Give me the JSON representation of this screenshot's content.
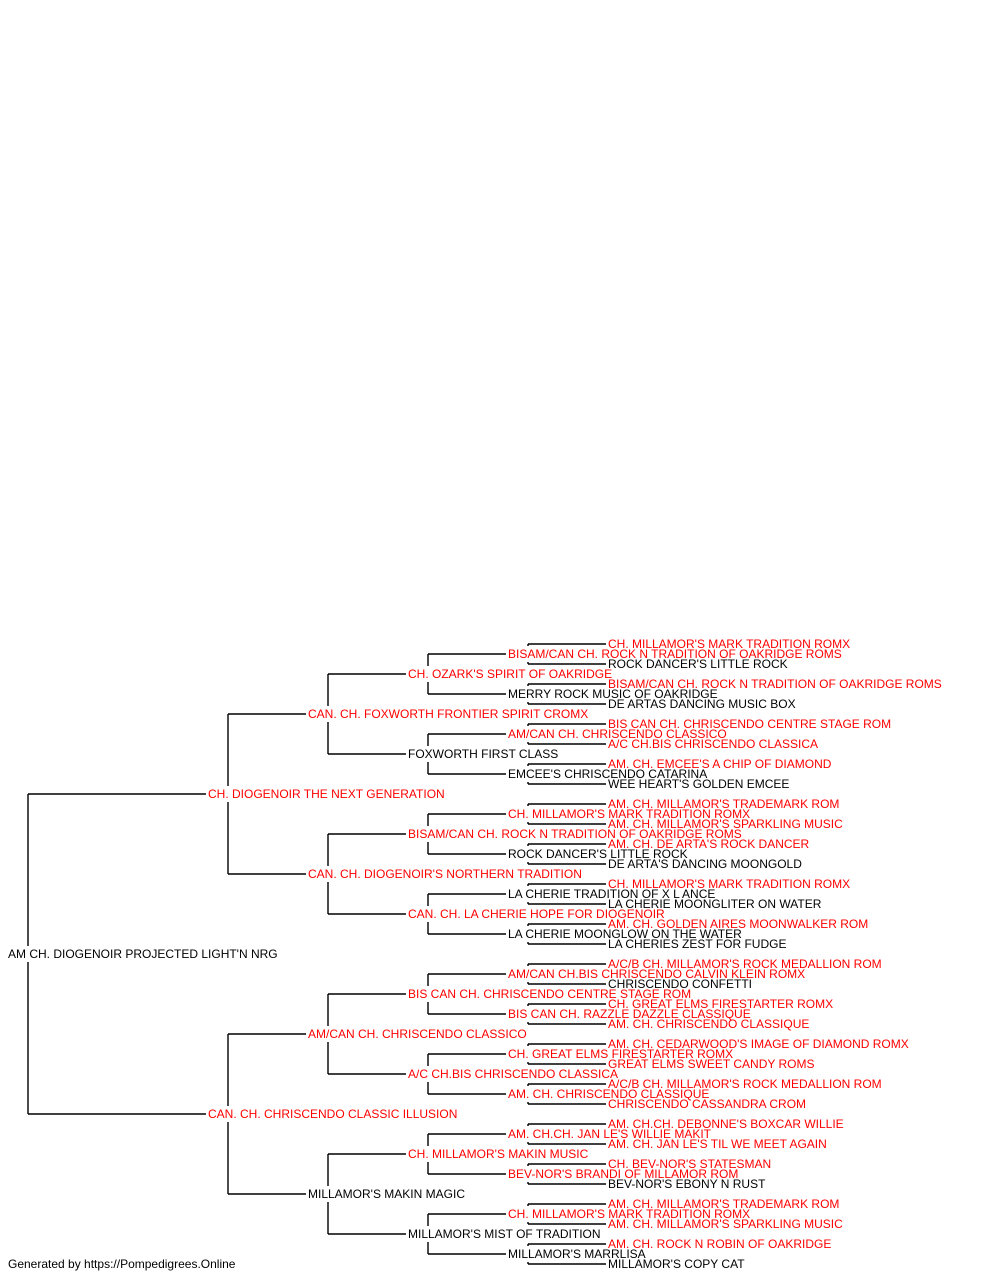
{
  "colors": {
    "champion": "#ff0000",
    "regular": "#000000",
    "line": "#000000"
  },
  "pedigree": {
    "name": "AM CH. DIOGENOIR PROJECTED LIGHT'N NRG",
    "champion": false,
    "sire": {
      "name": "CH. DIOGENOIR THE NEXT GENERATION",
      "champion": true,
      "sire": {
        "name": "CAN. CH. FOXWORTH FRONTIER SPIRIT CROMX",
        "champion": true,
        "sire": {
          "name": "CH. OZARK'S SPIRIT OF OAKRIDGE",
          "champion": true,
          "sire": {
            "name": "BISAM/CAN CH. ROCK N TRADITION OF OAKRIDGE ROMS",
            "champion": true,
            "sire": {
              "name": "CH. MILLAMOR'S MARK TRADITION ROMX",
              "champion": true
            },
            "dam": {
              "name": "ROCK DANCER'S LITTLE ROCK",
              "champion": false
            }
          },
          "dam": {
            "name": "MERRY ROCK MUSIC OF OAKRIDGE",
            "champion": false,
            "sire": {
              "name": "BISAM/CAN CH. ROCK N TRADITION OF OAKRIDGE ROMS",
              "champion": true
            },
            "dam": {
              "name": "DE ARTAS DANCING MUSIC BOX",
              "champion": false
            }
          }
        },
        "dam": {
          "name": "FOXWORTH FIRST CLASS",
          "champion": false,
          "sire": {
            "name": "AM/CAN CH. CHRISCENDO CLASSICO",
            "champion": true,
            "sire": {
              "name": "BIS CAN CH. CHRISCENDO CENTRE STAGE ROM",
              "champion": true
            },
            "dam": {
              "name": "A/C CH.BIS CHRISCENDO CLASSICA",
              "champion": true
            }
          },
          "dam": {
            "name": "EMCEE'S CHRISCENDO CATARINA",
            "champion": false,
            "sire": {
              "name": "AM. CH. EMCEE'S A CHIP OF DIAMOND",
              "champion": true
            },
            "dam": {
              "name": "WEE HEART'S GOLDEN EMCEE",
              "champion": false
            }
          }
        }
      },
      "dam": {
        "name": "CAN. CH. DIOGENOIR'S NORTHERN TRADITION",
        "champion": true,
        "sire": {
          "name": "BISAM/CAN CH. ROCK N TRADITION OF OAKRIDGE ROMS",
          "champion": true,
          "sire": {
            "name": "CH. MILLAMOR'S MARK TRADITION ROMX",
            "champion": true,
            "sire": {
              "name": "AM. CH. MILLAMOR'S TRADEMARK ROM",
              "champion": true
            },
            "dam": {
              "name": "AM. CH. MILLAMOR'S SPARKLING MUSIC",
              "champion": true
            }
          },
          "dam": {
            "name": "ROCK DANCER'S LITTLE ROCK",
            "champion": false,
            "sire": {
              "name": "AM. CH. DE ARTA'S ROCK DANCER",
              "champion": true
            },
            "dam": {
              "name": "DE ARTA'S DANCING MOONGOLD",
              "champion": false
            }
          }
        },
        "dam": {
          "name": "CAN. CH. LA CHERIE HOPE FOR DIOGENOIR",
          "champion": true,
          "sire": {
            "name": "LA CHERIE TRADITION OF X L ANCE",
            "champion": false,
            "sire": {
              "name": "CH. MILLAMOR'S MARK TRADITION ROMX",
              "champion": true
            },
            "dam": {
              "name": "LA CHERIE MOONGLITER ON WATER",
              "champion": false
            }
          },
          "dam": {
            "name": "LA CHERIE MOONGLOW ON THE WATER",
            "champion": false,
            "sire": {
              "name": "AM. CH. GOLDEN AIRES MOONWALKER ROM",
              "champion": true
            },
            "dam": {
              "name": "LA CHERIES ZEST FOR FUDGE",
              "champion": false
            }
          }
        }
      }
    },
    "dam": {
      "name": "CAN. CH. CHRISCENDO CLASSIC ILLUSION",
      "champion": true,
      "sire": {
        "name": "AM/CAN CH. CHRISCENDO CLASSICO",
        "champion": true,
        "sire": {
          "name": "BIS CAN CH. CHRISCENDO CENTRE STAGE ROM",
          "champion": true,
          "sire": {
            "name": "AM/CAN CH.BIS CHRISCENDO CALVIN KLEIN ROMX",
            "champion": true,
            "sire": {
              "name": "A/C/B CH. MILLAMOR'S ROCK MEDALLION ROM",
              "champion": true
            },
            "dam": {
              "name": "CHRISCENDO CONFETTI",
              "champion": false
            }
          },
          "dam": {
            "name": "BIS CAN CH. RAZZLE DAZZLE CLASSIQUE",
            "champion": true,
            "sire": {
              "name": "CH. GREAT ELMS FIRESTARTER ROMX",
              "champion": true
            },
            "dam": {
              "name": "AM. CH. CHRISCENDO CLASSIQUE",
              "champion": true
            }
          }
        },
        "dam": {
          "name": "A/C CH.BIS CHRISCENDO CLASSICA",
          "champion": true,
          "sire": {
            "name": "CH. GREAT ELMS FIRESTARTER ROMX",
            "champion": true,
            "sire": {
              "name": "AM. CH. CEDARWOOD'S IMAGE OF DIAMOND ROMX",
              "champion": true
            },
            "dam": {
              "name": "GREAT ELMS SWEET CANDY ROMS",
              "champion": true
            }
          },
          "dam": {
            "name": "AM. CH. CHRISCENDO CLASSIQUE",
            "champion": true,
            "sire": {
              "name": "A/C/B CH. MILLAMOR'S ROCK MEDALLION ROM",
              "champion": true
            },
            "dam": {
              "name": "CHRISCENDO CASSANDRA CROM",
              "champion": true
            }
          }
        }
      },
      "dam": {
        "name": "MILLAMOR'S MAKIN MAGIC",
        "champion": false,
        "sire": {
          "name": "CH. MILLAMOR'S MAKIN MUSIC",
          "champion": true,
          "sire": {
            "name": "AM. CH.CH. JAN LE'S WILLIE MAKIT",
            "champion": true,
            "sire": {
              "name": "AM. CH.CH. DEBONNE'S BOXCAR WILLIE",
              "champion": true
            },
            "dam": {
              "name": "AM. CH. JAN LE'S TIL WE MEET AGAIN",
              "champion": true
            }
          },
          "dam": {
            "name": "BEV-NOR'S BRANDI OF MILLAMOR ROM",
            "champion": true,
            "sire": {
              "name": "CH. BEV-NOR'S STATESMAN",
              "champion": true
            },
            "dam": {
              "name": "BEV-NOR'S EBONY N RUST",
              "champion": false
            }
          }
        },
        "dam": {
          "name": "MILLAMOR'S MIST OF TRADITION",
          "champion": false,
          "sire": {
            "name": "CH. MILLAMOR'S MARK TRADITION ROMX",
            "champion": true,
            "sire": {
              "name": "AM. CH. MILLAMOR'S TRADEMARK ROM",
              "champion": true
            },
            "dam": {
              "name": "AM. CH. MILLAMOR'S SPARKLING MUSIC",
              "champion": true
            }
          },
          "dam": {
            "name": "MILLAMOR'S MARRLISA",
            "champion": false,
            "sire": {
              "name": "AM. CH. ROCK N ROBIN OF OAKRIDGE",
              "champion": true
            },
            "dam": {
              "name": "MILLAMOR'S COPY CAT",
              "champion": false
            }
          }
        }
      }
    }
  },
  "footer": {
    "text": "Generated by https://Pompedigrees.Online"
  }
}
